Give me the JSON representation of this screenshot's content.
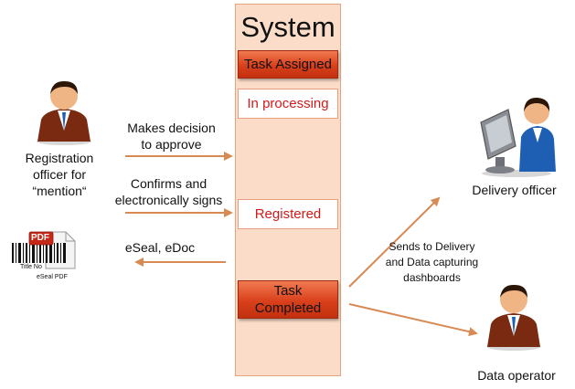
{
  "system": {
    "title": "System",
    "stages": {
      "task_assigned": "Task Assigned",
      "in_processing": "In processing",
      "registered": "Registered",
      "task_completed_line1": "Task",
      "task_completed_line2": "Completed"
    }
  },
  "actors": {
    "registration_officer": {
      "line1": "Registration",
      "line2": "officer for",
      "line3": "“mention“",
      "icon": "businessman-icon"
    },
    "delivery_officer": {
      "label": "Delivery officer",
      "icon": "person-at-computer-icon"
    },
    "data_operator": {
      "label": "Data operator",
      "icon": "businessman-icon"
    }
  },
  "flows": {
    "decision_line1": "Makes decision",
    "decision_line2": "to approve",
    "signs_line1": "Confirms and",
    "signs_line2": "electronically signs",
    "eseal_label": "eSeal, eDoc",
    "dashboards_line1": "Sends to Delivery",
    "dashboards_line2": "and Data capturing",
    "dashboards_line3": "dashboards"
  },
  "document": {
    "badge": "PDF",
    "title_no": "Title No",
    "caption": "eSeal PDF",
    "icon": "pdf-document-icon"
  },
  "colors": {
    "column_fill": "#fbdcc8",
    "stage_dark": "#d9401b",
    "stage_text_red": "#d21a1a",
    "arrow": "#d88a55",
    "suit": "#7a2a10"
  }
}
